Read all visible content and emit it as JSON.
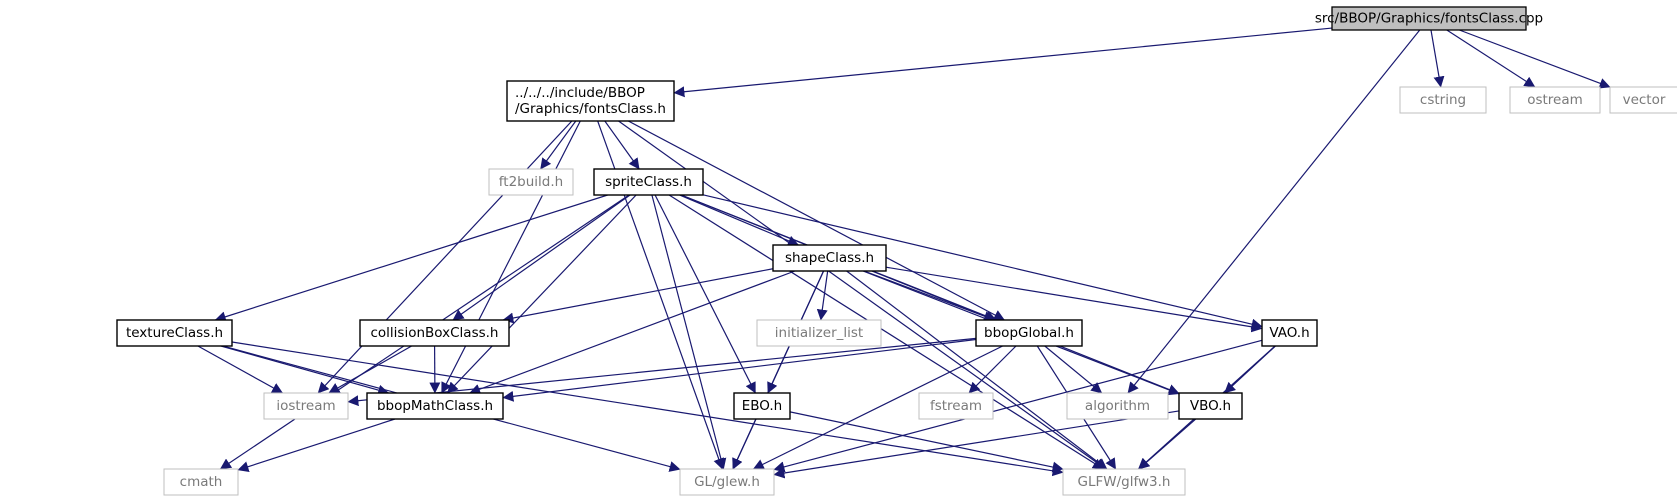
{
  "diagram": {
    "type": "include-dependency-graph",
    "root": "fontsClass_cpp",
    "edge_color": "#191970",
    "nodes": [
      {
        "id": "fontsClass_cpp",
        "lines": [
          "src/BBOP/Graphics/fontsClass.cpp"
        ],
        "style": "root"
      },
      {
        "id": "fontsClass_h",
        "lines": [
          "../../../include/BBOP",
          "/Graphics/fontsClass.h"
        ],
        "style": "local"
      },
      {
        "id": "cstring",
        "lines": [
          "cstring"
        ],
        "style": "system"
      },
      {
        "id": "ostream",
        "lines": [
          "ostream"
        ],
        "style": "system"
      },
      {
        "id": "vector",
        "lines": [
          "vector"
        ],
        "style": "system"
      },
      {
        "id": "ft2build",
        "lines": [
          "ft2build.h"
        ],
        "style": "system"
      },
      {
        "id": "spriteClass",
        "lines": [
          "spriteClass.h"
        ],
        "style": "local"
      },
      {
        "id": "shapeClass",
        "lines": [
          "shapeClass.h"
        ],
        "style": "local"
      },
      {
        "id": "textureClass",
        "lines": [
          "textureClass.h"
        ],
        "style": "local"
      },
      {
        "id": "collisionBoxClass",
        "lines": [
          "collisionBoxClass.h"
        ],
        "style": "local"
      },
      {
        "id": "initializer_list",
        "lines": [
          "initializer_list"
        ],
        "style": "system"
      },
      {
        "id": "bbopGlobal",
        "lines": [
          "bbopGlobal.h"
        ],
        "style": "local"
      },
      {
        "id": "VAO",
        "lines": [
          "VAO.h"
        ],
        "style": "local"
      },
      {
        "id": "iostream",
        "lines": [
          "iostream"
        ],
        "style": "system"
      },
      {
        "id": "bbopMathClass",
        "lines": [
          "bbopMathClass.h"
        ],
        "style": "local"
      },
      {
        "id": "EBO",
        "lines": [
          "EBO.h"
        ],
        "style": "local"
      },
      {
        "id": "fstream",
        "lines": [
          "fstream"
        ],
        "style": "system"
      },
      {
        "id": "algorithm",
        "lines": [
          "algorithm"
        ],
        "style": "system"
      },
      {
        "id": "VBO",
        "lines": [
          "VBO.h"
        ],
        "style": "local"
      },
      {
        "id": "cmath",
        "lines": [
          "cmath"
        ],
        "style": "system"
      },
      {
        "id": "glew",
        "lines": [
          "GL/glew.h"
        ],
        "style": "system"
      },
      {
        "id": "glfw3",
        "lines": [
          "GLFW/glfw3.h"
        ],
        "style": "system"
      }
    ],
    "edges": [
      {
        "from": "fontsClass_cpp",
        "to": "fontsClass_h"
      },
      {
        "from": "fontsClass_cpp",
        "to": "cstring"
      },
      {
        "from": "fontsClass_cpp",
        "to": "ostream"
      },
      {
        "from": "fontsClass_cpp",
        "to": "vector"
      },
      {
        "from": "fontsClass_cpp",
        "to": "algorithm"
      },
      {
        "from": "fontsClass_h",
        "to": "ft2build"
      },
      {
        "from": "fontsClass_h",
        "to": "spriteClass"
      },
      {
        "from": "fontsClass_h",
        "to": "iostream"
      },
      {
        "from": "fontsClass_h",
        "to": "bbopMathClass"
      },
      {
        "from": "fontsClass_h",
        "to": "bbopGlobal"
      },
      {
        "from": "fontsClass_h",
        "to": "glew"
      },
      {
        "from": "fontsClass_h",
        "to": "glfw3"
      },
      {
        "from": "spriteClass",
        "to": "shapeClass"
      },
      {
        "from": "spriteClass",
        "to": "textureClass"
      },
      {
        "from": "spriteClass",
        "to": "collisionBoxClass"
      },
      {
        "from": "spriteClass",
        "to": "bbopMathClass"
      },
      {
        "from": "spriteClass",
        "to": "bbopGlobal"
      },
      {
        "from": "spriteClass",
        "to": "VAO"
      },
      {
        "from": "spriteClass",
        "to": "VBO"
      },
      {
        "from": "spriteClass",
        "to": "EBO"
      },
      {
        "from": "spriteClass",
        "to": "glew"
      },
      {
        "from": "spriteClass",
        "to": "glfw3"
      },
      {
        "from": "spriteClass",
        "to": "cmath"
      },
      {
        "from": "shapeClass",
        "to": "collisionBoxClass"
      },
      {
        "from": "shapeClass",
        "to": "initializer_list"
      },
      {
        "from": "shapeClass",
        "to": "bbopGlobal"
      },
      {
        "from": "shapeClass",
        "to": "VAO"
      },
      {
        "from": "shapeClass",
        "to": "VBO"
      },
      {
        "from": "shapeClass",
        "to": "EBO"
      },
      {
        "from": "shapeClass",
        "to": "bbopMathClass"
      },
      {
        "from": "shapeClass",
        "to": "glew"
      },
      {
        "from": "shapeClass",
        "to": "glfw3"
      },
      {
        "from": "textureClass",
        "to": "iostream"
      },
      {
        "from": "textureClass",
        "to": "bbopMathClass"
      },
      {
        "from": "textureClass",
        "to": "glew"
      },
      {
        "from": "textureClass",
        "to": "glfw3"
      },
      {
        "from": "collisionBoxClass",
        "to": "iostream"
      },
      {
        "from": "collisionBoxClass",
        "to": "bbopMathClass"
      },
      {
        "from": "bbopGlobal",
        "to": "iostream"
      },
      {
        "from": "bbopGlobal",
        "to": "bbopMathClass"
      },
      {
        "from": "bbopGlobal",
        "to": "fstream"
      },
      {
        "from": "bbopGlobal",
        "to": "algorithm"
      },
      {
        "from": "bbopGlobal",
        "to": "glew"
      },
      {
        "from": "bbopGlobal",
        "to": "glfw3"
      },
      {
        "from": "VAO",
        "to": "VBO"
      },
      {
        "from": "VAO",
        "to": "glew"
      },
      {
        "from": "VAO",
        "to": "glfw3"
      },
      {
        "from": "VBO",
        "to": "glew"
      },
      {
        "from": "VBO",
        "to": "glfw3"
      },
      {
        "from": "EBO",
        "to": "glew"
      },
      {
        "from": "EBO",
        "to": "glfw3"
      },
      {
        "from": "bbopMathClass",
        "to": "cmath"
      }
    ]
  }
}
